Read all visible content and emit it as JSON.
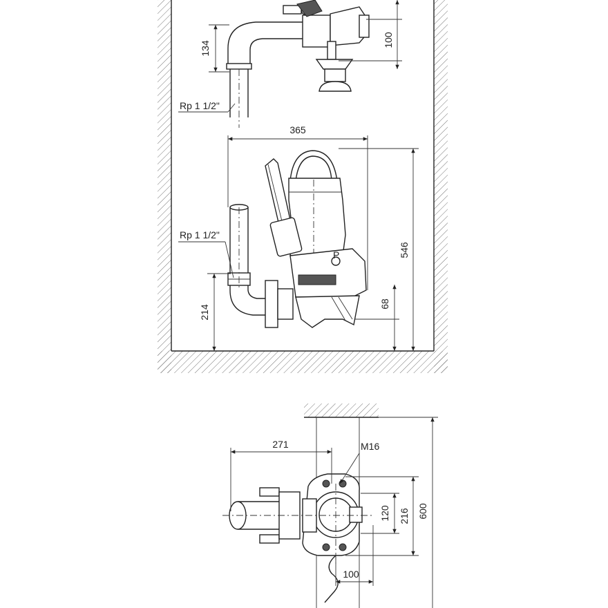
{
  "diagram": {
    "dimensions": {
      "d134": "134",
      "d100_top": "100",
      "d365": "365",
      "d546": "546",
      "d214": "214",
      "d68": "68",
      "d271": "271",
      "d120": "120",
      "d216": "216",
      "d600": "600",
      "d100_bottom": "100"
    },
    "labels": {
      "rp_upper": "Rp 1 1/2\"",
      "rp_lower": "Rp 1 1/2\"",
      "m16": "M16"
    },
    "colors": {
      "line": "#222222",
      "hatch": "#555555",
      "background": "#ffffff"
    }
  }
}
